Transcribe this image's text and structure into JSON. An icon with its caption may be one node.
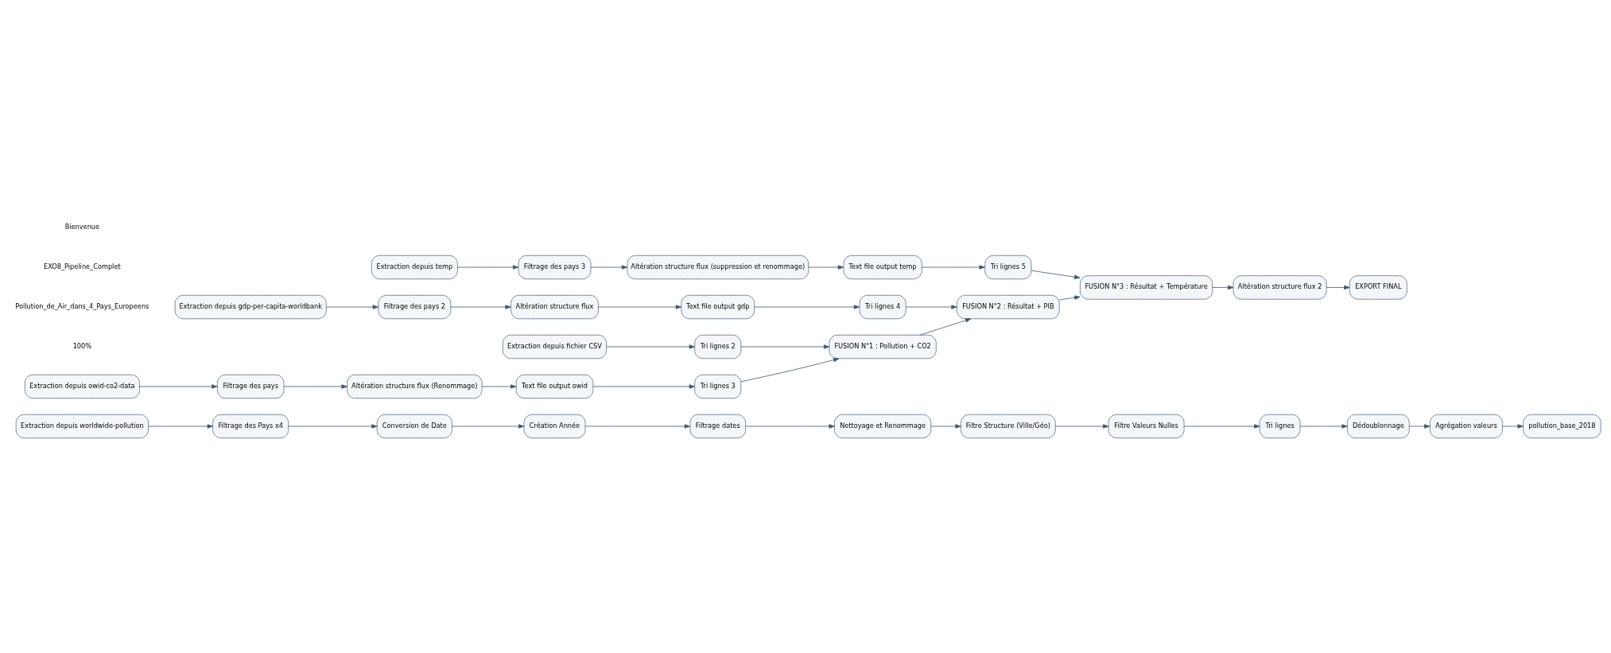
{
  "diagram": {
    "nodes": [
      {
        "text": [
          "Extraction depuis worldwide-pollution"
        ]
      },
      {
        "text": [
          "Création Année"
        ]
      },
      {
        "text": [
          "Filtrage dates"
        ]
      },
      {
        "text": [
          "Filtre Valeurs Nulles"
        ]
      },
      {
        "text": [
          "Tri lignes"
        ]
      },
      {
        "text": [
          "pollution_base_2018"
        ]
      },
      {
        "text": [
          "Filtrage des Pays x4"
        ]
      },
      {
        "text": [
          "Conversion de Date"
        ]
      },
      {
        "text": [
          "Nettoyage et Renommage"
        ]
      },
      {
        "text": [
          "Filtre Structure (Ville/Géo)"
        ]
      },
      {
        "text": [
          "Dédoublonnage"
        ]
      },
      {
        "text": [
          "Agrégation valeurs"
        ]
      },
      {
        "text": [
          "Extraction depuis fichier CSV"
        ]
      },
      {
        "text": [
          "Tri lignes 2"
        ]
      },
      {
        "text": [
          "FUSION N°1 : Pollution + CO2"
        ]
      },
      {
        "text": [
          "Extraction depuis owid-co2-data"
        ]
      },
      {
        "text": [
          "Filtrage des pays"
        ]
      },
      {
        "text": [
          "Altération structure flux (Renommage)"
        ]
      },
      {
        "text": [
          "Text file output owid"
        ]
      },
      {
        "text": [
          "Tri lignes 3"
        ]
      },
      {
        "text": [
          "Extraction depuis gdp-per-capita-worldbank"
        ]
      },
      {
        "text": [
          "Filtrage des pays 2"
        ]
      },
      {
        "text": [
          "Altération structure flux"
        ]
      },
      {
        "text": [
          "Text file output gdp"
        ]
      },
      {
        "text": [
          "Tri lignes 4"
        ]
      },
      {
        "text": [
          "FUSION N°2 : Résultat + PIB"
        ]
      },
      {
        "text": [
          "Extraction depuis temp"
        ]
      },
      {
        "text": [
          "Filtrage des pays 3"
        ]
      },
      {
        "text": [
          "Altération structure flux (suppression et renommage)"
        ]
      },
      {
        "text": [
          "Text file output temp"
        ]
      },
      {
        "text": [
          "Tri lignes 5"
        ]
      },
      {
        "text": [
          "FUSION N°3 : Résultat + Température"
        ]
      },
      {
        "text": [
          "Altération structure flux 2"
        ]
      },
      {
        "text": [
          "EXPORT FINAL"
        ]
      }
    ],
    "edges": [
      {
        "from": 0,
        "to": 6,
        "arrow": "to"
      },
      {
        "from": 6,
        "to": 7,
        "arrow": "to"
      },
      {
        "from": 7,
        "to": 1,
        "arrow": "to"
      },
      {
        "from": 1,
        "to": 2,
        "arrow": "to"
      },
      {
        "from": 2,
        "to": 8,
        "arrow": "to"
      },
      {
        "from": 8,
        "to": 9,
        "arrow": "to"
      },
      {
        "from": 9,
        "to": 3,
        "arrow": "to"
      },
      {
        "from": 3,
        "to": 4,
        "arrow": "to"
      },
      {
        "from": 4,
        "to": 10,
        "arrow": "to"
      },
      {
        "from": 10,
        "to": 11,
        "arrow": "to"
      },
      {
        "from": 11,
        "to": 5,
        "arrow": "to"
      },
      {
        "from": 12,
        "to": 13,
        "arrow": "to"
      },
      {
        "from": 13,
        "to": 14,
        "arrow": "to"
      },
      {
        "from": 15,
        "to": 16,
        "arrow": "to"
      },
      {
        "from": 16,
        "to": 17,
        "arrow": "to"
      },
      {
        "from": 17,
        "to": 18,
        "arrow": "to"
      },
      {
        "from": 18,
        "to": 19,
        "arrow": "to"
      },
      {
        "from": 19,
        "to": 14,
        "arrow": "to"
      },
      {
        "from": 14,
        "to": 25,
        "arrow": "to"
      },
      {
        "from": 20,
        "to": 21,
        "arrow": "to"
      },
      {
        "from": 21,
        "to": 22,
        "arrow": "to"
      },
      {
        "from": 22,
        "to": 23,
        "arrow": "to"
      },
      {
        "from": 23,
        "to": 24,
        "arrow": "to"
      },
      {
        "from": 24,
        "to": 25,
        "arrow": "to"
      },
      {
        "from": 25,
        "to": 31,
        "arrow": "to"
      },
      {
        "from": 26,
        "to": 27,
        "arrow": "to"
      },
      {
        "from": 27,
        "to": 28,
        "arrow": "to"
      },
      {
        "from": 28,
        "to": 29,
        "arrow": "to"
      },
      {
        "from": 29,
        "to": 30,
        "arrow": "to"
      },
      {
        "from": 30,
        "to": 31,
        "arrow": "to"
      },
      {
        "from": 31,
        "to": 32,
        "arrow": "to"
      },
      {
        "from": 32,
        "to": 33,
        "arrow": "to"
      }
    ],
    "labels": [
      "Bienvenue",
      "EXO8_Pipeline_Complet",
      "Pollution_de_Air_dans_4_Pays_Europeens",
      "100%"
    ]
  }
}
